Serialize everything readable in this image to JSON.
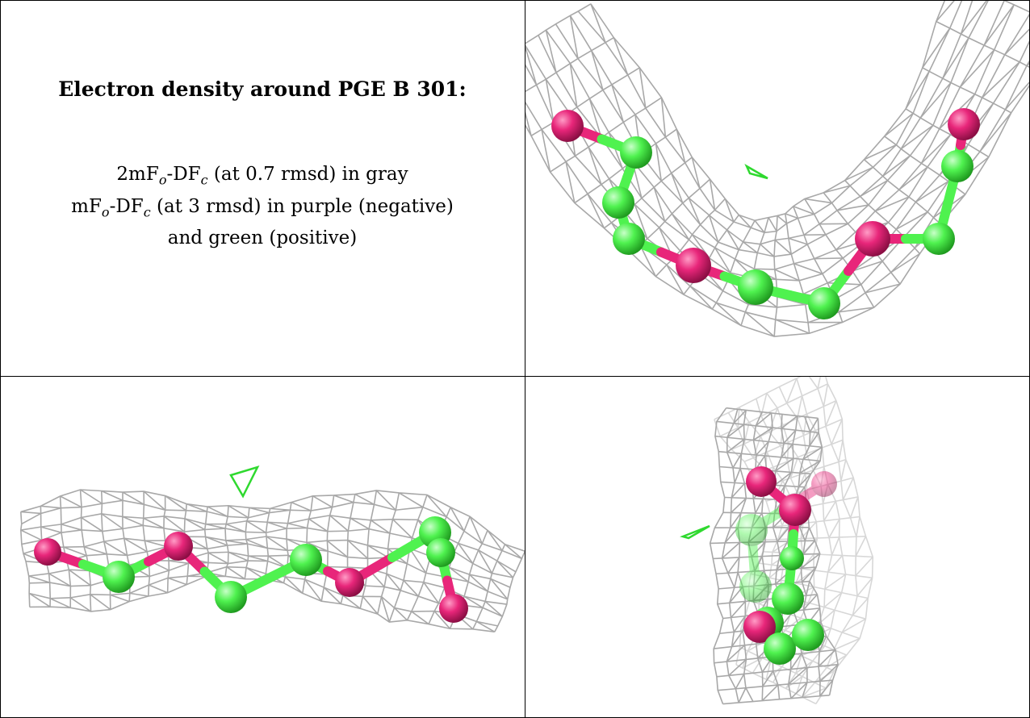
{
  "caption": {
    "title": "Electron density around PGE B 301:",
    "line1_parts": [
      "2mF",
      "o",
      "-DF",
      "c",
      " (at 0.7 rmsd) in gray"
    ],
    "line2_parts": [
      "mF",
      "o",
      "-DF",
      "c",
      " (at 3 rmsd) in purple (negative)"
    ],
    "line3": "and green (positive)"
  },
  "colors": {
    "mesh": "#a8a8a8",
    "carbon": "#4ff24f",
    "oxygen": "#e8267a",
    "diff_positive": "#2fd92f",
    "border": "#000000"
  },
  "panels": [
    {
      "id": "top-right-view",
      "chain": [
        "O",
        "C",
        "C",
        "C",
        "O",
        "C",
        "C",
        "O",
        "C",
        "C",
        "O"
      ]
    },
    {
      "id": "bottom-left-view",
      "chain": [
        "O",
        "C",
        "O",
        "C",
        "C",
        "O",
        "C",
        "C",
        "O"
      ]
    },
    {
      "id": "bottom-right-view",
      "chain": [
        "O",
        "O",
        "C",
        "C",
        "C",
        "O",
        "C",
        "C"
      ]
    }
  ]
}
